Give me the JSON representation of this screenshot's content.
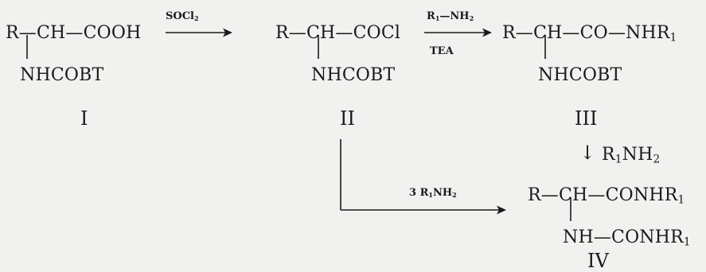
{
  "compounds": {
    "I": {
      "main": "R—CH—COOH",
      "sub": "NHCOBT",
      "label": "I"
    },
    "II": {
      "main": "R—CH—COCl",
      "sub": "NHCOBT",
      "label": "II"
    },
    "III": {
      "main_prefix": "R—CH—CO—NHR",
      "main_subscript": "1",
      "sub": "NHCOBT",
      "label": "III"
    },
    "IV": {
      "main_prefix": "R—CH—CONHR",
      "main_subscript": "1",
      "sub_prefix": "NH—CONHR",
      "sub_subscript": "1",
      "label": "IV"
    }
  },
  "reagents": {
    "r1": {
      "prefix": "SOCl",
      "subscript": "2"
    },
    "r2_top": {
      "prefix": "R",
      "subscript": "1",
      "suffix": "—NH",
      "subscript2": "2"
    },
    "r2_bottom": "TEA",
    "r3": {
      "prefix": "R",
      "subscript": "1",
      "suffix": "NH",
      "subscript2": "2"
    },
    "r4": {
      "prefix": "3 R",
      "subscript": "1",
      "suffix": "NH",
      "subscript2": "2"
    }
  },
  "arrows": {
    "down_glyph": "↓"
  }
}
